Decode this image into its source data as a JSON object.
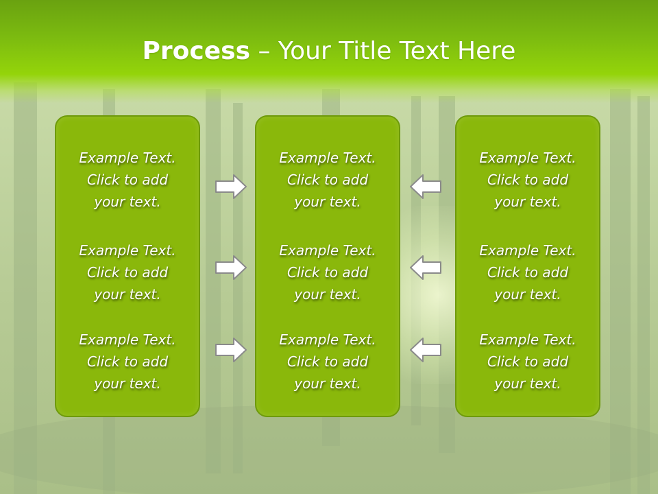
{
  "slide": {
    "title_bold": "Process",
    "title_rest": " – Your Title Text Here"
  },
  "boxes": [
    {
      "paragraphs": [
        {
          "line1": "Example Text.",
          "line2": "Click  to add",
          "line3": "your text."
        },
        {
          "line1": "Example Text.",
          "line2": "Click  to add",
          "line3": "your text."
        },
        {
          "line1": "Example Text.",
          "line2": "Click  to add",
          "line3": "your text."
        }
      ]
    },
    {
      "paragraphs": [
        {
          "line1": "Example Text.",
          "line2": "Click  to add",
          "line3": "your text."
        },
        {
          "line1": "Example Text.",
          "line2": "Click  to add",
          "line3": "your text."
        },
        {
          "line1": "Example Text.",
          "line2": "Click  to add",
          "line3": "your text."
        }
      ]
    },
    {
      "paragraphs": [
        {
          "line1": "Example Text.",
          "line2": "Click  to add",
          "line3": "your text."
        },
        {
          "line1": "Example Text.",
          "line2": "Click  to add",
          "line3": "your text."
        },
        {
          "line1": "Example Text.",
          "line2": "Click  to add",
          "line3": "your text."
        }
      ]
    }
  ],
  "arrows": {
    "left_group": "right-arrow-icon",
    "right_group": "left-arrow-icon"
  },
  "colors": {
    "header": "#7bba10",
    "box_fill": "#8ab80b",
    "box_border": "#6e9a0b",
    "text": "#ffffff",
    "arrow_fill": "#ffffff",
    "arrow_stroke": "#8a8a8a"
  }
}
